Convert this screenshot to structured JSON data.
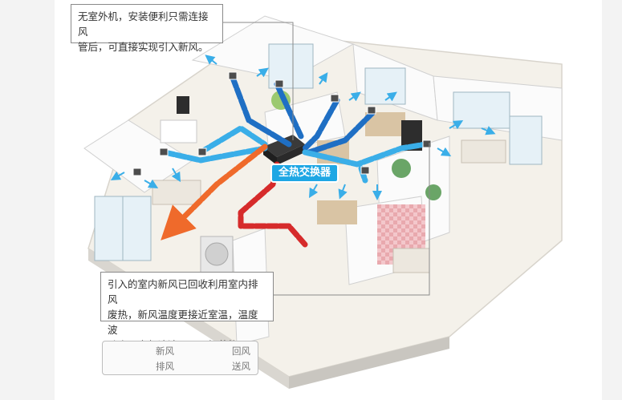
{
  "callouts": {
    "top": {
      "line1": "无室外机，安装便利只需连接风",
      "line2": "管后，可直接实现引入新风。"
    },
    "bottom": {
      "line1": "引入的室内新风已回收利用室内排风",
      "line2": "废热，新风温度更接近室温，温度波",
      "line3": "动小，空气清洁，且更加节能。"
    }
  },
  "device": {
    "label": "全热交换器"
  },
  "legend": {
    "items": [
      {
        "label": "新风",
        "color": "#d62b2b"
      },
      {
        "label": "回风",
        "color": "#1f6fc4"
      },
      {
        "label": "排风",
        "color": "#ef6a2b"
      },
      {
        "label": "送风",
        "color": "#3aaee8"
      }
    ]
  },
  "colors": {
    "fresh_air": "#d62b2b",
    "return_air": "#1f6fc4",
    "exhaust_air": "#ef6a2b",
    "supply_air": "#3aaee8",
    "label_bg": "#1ea7e4"
  }
}
